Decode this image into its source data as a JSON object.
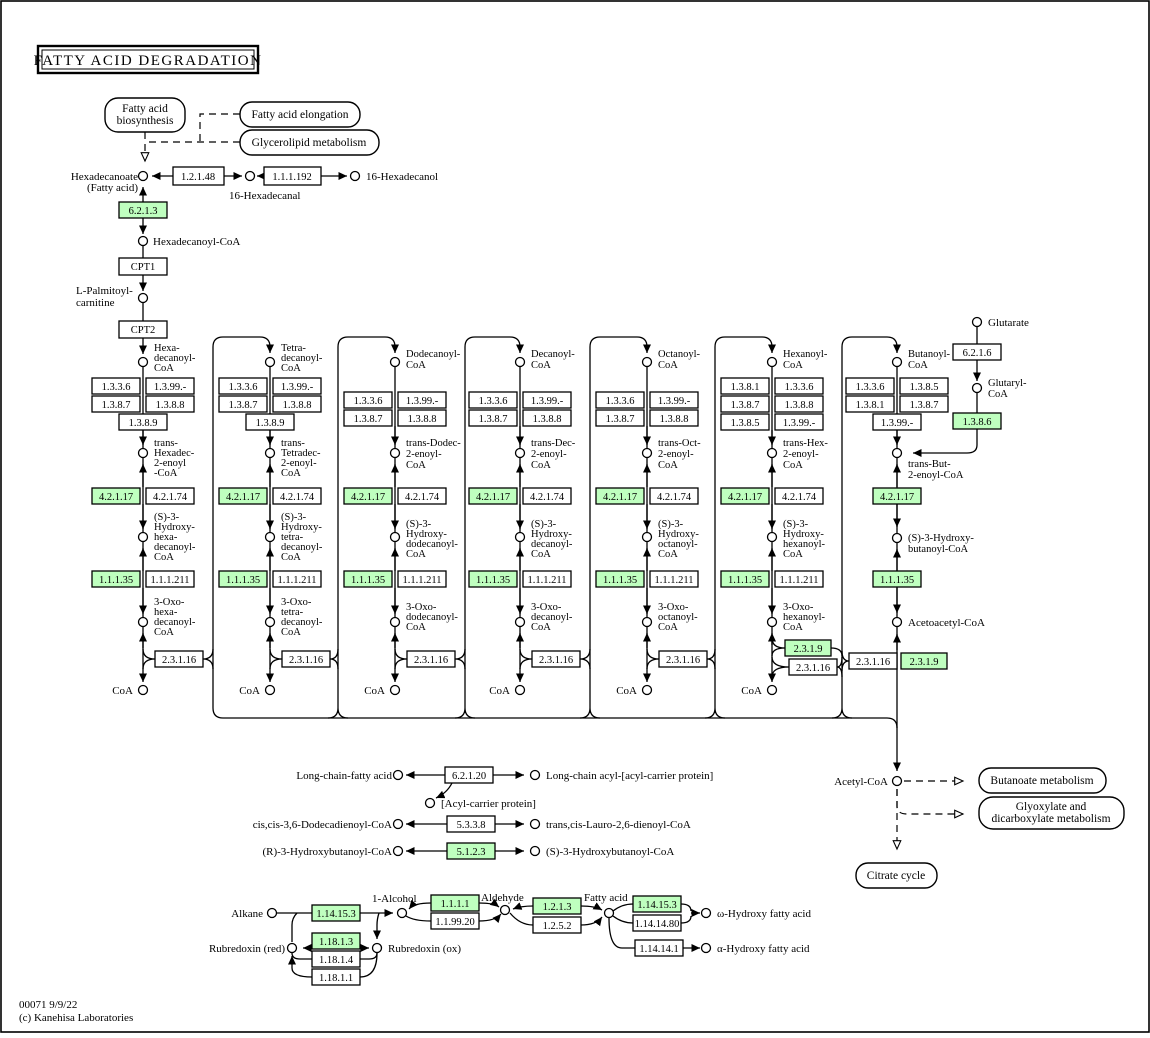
{
  "title": "FATTY ACID DEGRADATION",
  "colors": {
    "highlight": "#BFFFBF"
  },
  "pills": {
    "biosyn1": "Fatty acid",
    "biosyn2": "biosynthesis",
    "elongation": "Fatty acid elongation",
    "glycerolipid": "Glycerolipid metabolism",
    "butanoate": "Butanoate metabolism",
    "glyoxylate1": "Glyoxylate and",
    "glyoxylate2": "dicarboxylate metabolism",
    "citrate": "Citrate cycle"
  },
  "top": {
    "hexadecanoate1": "Hexadecanoate",
    "hexadecanoate2": "(Fatty acid)",
    "e12148": "1.2.1.48",
    "e111192": "1.1.1.192",
    "hexadecanal": "16-Hexadecanal",
    "hexadecanol": "16-Hexadecanol",
    "e6213": "6.2.1.3",
    "hexadecanoylcoa": "Hexadecanoyl-CoA",
    "cpt1": "CPT1",
    "lpalmitoyl1": "L-Palmitoyl-",
    "lpalmitoyl2": "carnitine",
    "cpt2": "CPT2"
  },
  "glutarate": {
    "name": "Glutarate",
    "e6216": "6.2.1.6",
    "glutaryl1": "Glutaryl-",
    "glutaryl2": "CoA",
    "e1386": "1.3.8.6"
  },
  "cols": [
    {
      "top": [
        "Hexa-",
        "decanoyl-",
        "CoA"
      ],
      "dh": [
        "1.3.3.6",
        "1.3.99.-",
        "1.3.8.7",
        "1.3.8.8",
        "1.3.8.9"
      ],
      "trans": [
        "trans-",
        "Hexadec-",
        "2-enoyl",
        "-CoA"
      ],
      "hyd": [
        "4.2.1.17",
        "4.2.1.74"
      ],
      "sh": [
        "(S)-3-",
        "Hydroxy-",
        "hexa-",
        "decanoyl-",
        "CoA"
      ],
      "hdh": [
        "1.1.1.35",
        "1.1.1.211"
      ],
      "oxo": [
        "3-Oxo-",
        "hexa-",
        "decanoyl-",
        "CoA"
      ],
      "thl": "2.3.1.16",
      "coa": "CoA"
    },
    {
      "top": [
        "Tetra-",
        "decanoyl-",
        "CoA"
      ],
      "dh": [
        "1.3.3.6",
        "1.3.99.-",
        "1.3.8.7",
        "1.3.8.8",
        "1.3.8.9"
      ],
      "trans": [
        "trans-",
        "Tetradec-",
        "2-enoyl-",
        "CoA"
      ],
      "hyd": [
        "4.2.1.17",
        "4.2.1.74"
      ],
      "sh": [
        "(S)-3-",
        "Hydroxy-",
        "tetra-",
        "decanoyl-",
        "CoA"
      ],
      "hdh": [
        "1.1.1.35",
        "1.1.1.211"
      ],
      "oxo": [
        "3-Oxo-",
        "tetra-",
        "decanoyl-",
        "CoA"
      ],
      "thl": "2.3.1.16",
      "coa": "CoA"
    },
    {
      "top": [
        "Dodecanoyl-",
        "CoA"
      ],
      "dh": [
        "1.3.3.6",
        "1.3.99.-",
        "1.3.8.7",
        "1.3.8.8"
      ],
      "trans": [
        "trans-Dodec-",
        "2-enoyl-",
        "CoA"
      ],
      "hyd": [
        "4.2.1.17",
        "4.2.1.74"
      ],
      "sh": [
        "(S)-3-",
        "Hydroxy-",
        "dodecanoyl-",
        "CoA"
      ],
      "hdh": [
        "1.1.1.35",
        "1.1.1.211"
      ],
      "oxo": [
        "3-Oxo-",
        "dodecanoyl-",
        "CoA"
      ],
      "thl": "2.3.1.16",
      "coa": "CoA"
    },
    {
      "top": [
        "Decanoyl-",
        "CoA"
      ],
      "dh": [
        "1.3.3.6",
        "1.3.99.-",
        "1.3.8.7",
        "1.3.8.8"
      ],
      "trans": [
        "trans-Dec-",
        "2-enoyl-",
        "CoA"
      ],
      "hyd": [
        "4.2.1.17",
        "4.2.1.74"
      ],
      "sh": [
        "(S)-3-",
        "Hydroxy-",
        "decanoyl-",
        "CoA"
      ],
      "hdh": [
        "1.1.1.35",
        "1.1.1.211"
      ],
      "oxo": [
        "3-Oxo-",
        "decanoyl-",
        "CoA"
      ],
      "thl": "2.3.1.16",
      "coa": "CoA"
    },
    {
      "top": [
        "Octanoyl-",
        "CoA"
      ],
      "dh": [
        "1.3.3.6",
        "1.3.99.-",
        "1.3.8.7",
        "1.3.8.8"
      ],
      "trans": [
        "trans-Oct-",
        "2-enoyl-",
        "CoA"
      ],
      "hyd": [
        "4.2.1.17",
        "4.2.1.74"
      ],
      "sh": [
        "(S)-3-",
        "Hydroxy-",
        "octanoyl-",
        "CoA"
      ],
      "hdh": [
        "1.1.1.35",
        "1.1.1.211"
      ],
      "oxo": [
        "3-Oxo-",
        "octanoyl-",
        "CoA"
      ],
      "thl": "2.3.1.16",
      "coa": "CoA"
    },
    {
      "top": [
        "Hexanoyl-",
        "CoA"
      ],
      "dh": [
        "1.3.8.1",
        "1.3.3.6",
        "1.3.8.7",
        "1.3.8.8",
        "1.3.8.5",
        "1.3.99.-"
      ],
      "trans": [
        "trans-Hex-",
        "2-enoyl-",
        "CoA"
      ],
      "hyd": [
        "4.2.1.17",
        "4.2.1.74"
      ],
      "sh": [
        "(S)-3-",
        "Hydroxy-",
        "hexanoyl-",
        "CoA"
      ],
      "hdh": [
        "1.1.1.35",
        "1.1.1.211"
      ],
      "oxo": [
        "3-Oxo-",
        "hexanoyl-",
        "CoA"
      ],
      "thl9": "2.3.1.9",
      "thl": "2.3.1.16",
      "coa": "CoA"
    },
    {
      "top": [
        "Butanoyl-",
        "CoA"
      ],
      "dh": [
        "1.3.3.6",
        "1.3.8.5",
        "1.3.8.1",
        "1.3.8.7",
        "1.3.99.-"
      ],
      "trans": [
        "trans-But-",
        "2-enoyl-CoA"
      ],
      "hyd": [
        "4.2.1.17"
      ],
      "sh": [
        "(S)-3-Hydroxy-",
        "butanoyl-CoA"
      ],
      "hdh": [
        "1.1.1.35"
      ],
      "acetoacetyl": "Acetoacetyl-CoA",
      "thl": "2.3.1.16",
      "thl9": "2.3.1.9"
    }
  ],
  "acetyl": "Acetyl-CoA",
  "mid": {
    "lcfa": "Long-chain-fatty acid",
    "e62120": "6.2.1.20",
    "lcacp": "Long-chain acyl-[acyl-carrier protein]",
    "acp": "[Acyl-carrier protein]",
    "ccdd": "cis,cis-3,6-Dodecadienoyl-CoA",
    "e5338": "5.3.3.8",
    "tclauro": "trans,cis-Lauro-2,6-dienoyl-CoA",
    "r3hb": "(R)-3-Hydroxybutanoyl-CoA",
    "e5123": "5.1.2.3",
    "s3hb": "(S)-3-Hydroxybutanoyl-CoA"
  },
  "bottom": {
    "alkane": "Alkane",
    "e114153a": "1.14.15.3",
    "alcohol": "1-Alcohol",
    "e1111": "1.1.1.1",
    "e119920": "1.1.99.20",
    "aldehyde": "Aldehyde",
    "e1213": "1.2.1.3",
    "e1252": "1.2.5.2",
    "fattyacid": "Fatty acid",
    "e114153b": "1.14.15.3",
    "e1141480": "1.14.14.80",
    "omega": "ω-Hydroxy fatty acid",
    "e114141": "1.14.14.1",
    "alpha": "α-Hydroxy fatty acid",
    "rubredoxinred": "Rubredoxin (red)",
    "rubredoxinox": "Rubredoxin (ox)",
    "e11813": "1.18.1.3",
    "e11814": "1.18.1.4",
    "e11811": "1.18.1.1"
  },
  "footer": {
    "line1": "00071 9/9/22",
    "line2": "(c) Kanehisa Laboratories"
  }
}
